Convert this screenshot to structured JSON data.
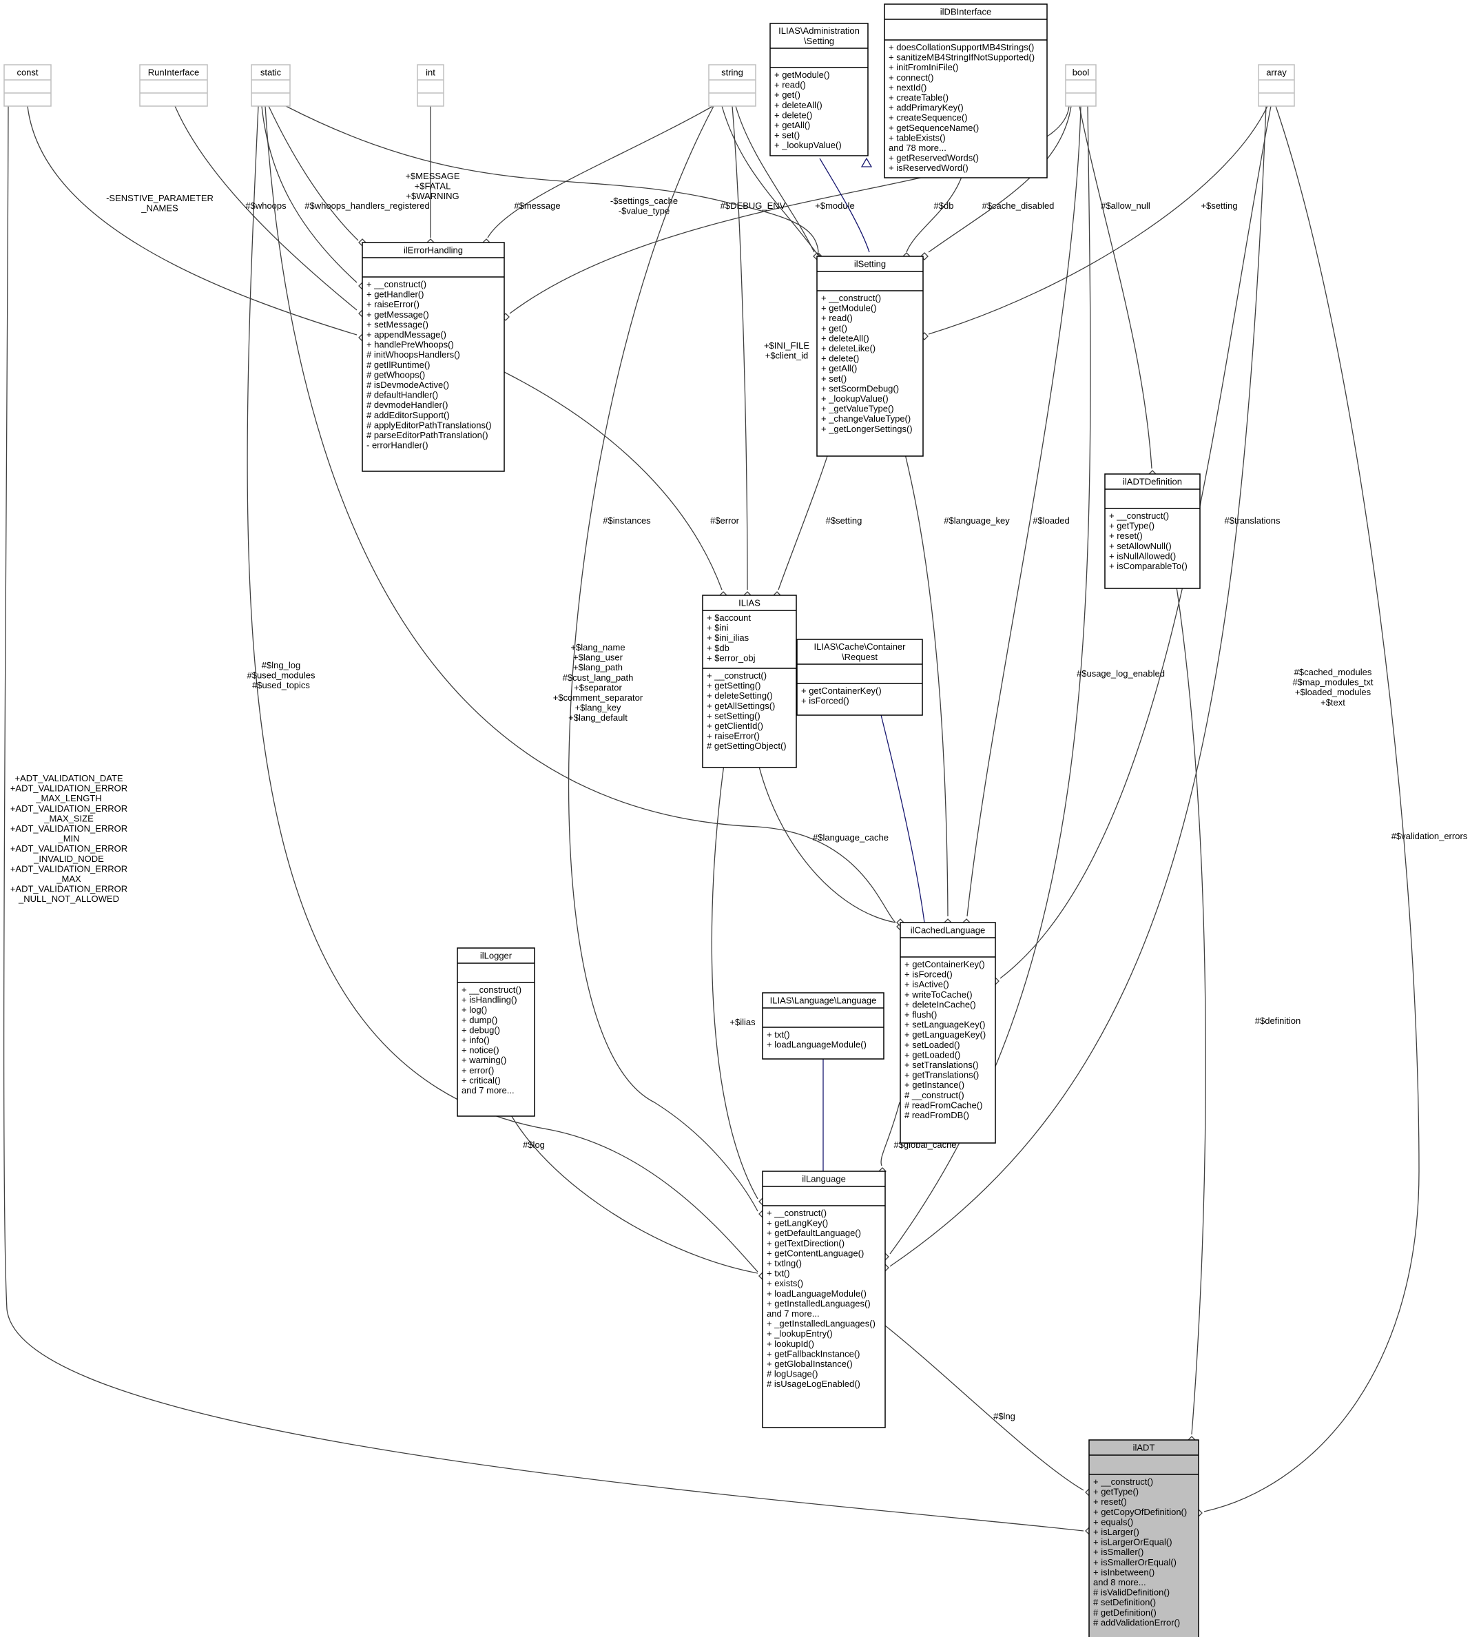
{
  "classes": {
    "const": {
      "name": "const",
      "attrs": [],
      "methods": []
    },
    "runinterface": {
      "name": "RunInterface",
      "attrs": [],
      "methods": []
    },
    "static": {
      "name": "static",
      "attrs": [],
      "methods": []
    },
    "int": {
      "name": "int",
      "attrs": [],
      "methods": []
    },
    "string": {
      "name": "string",
      "attrs": [],
      "methods": []
    },
    "admin_setting": {
      "name": [
        "ILIAS\\Administration",
        "\\Setting"
      ],
      "attrs": [],
      "methods": [
        "+ getModule()",
        "+ read()",
        "+ get()",
        "+ deleteAll()",
        "+ delete()",
        "+ getAll()",
        "+ set()",
        "+ _lookupValue()"
      ]
    },
    "ildbinterface": {
      "name": "ilDBInterface",
      "attrs": [],
      "methods": [
        "+ doesCollationSupportMB4Strings()",
        "+ sanitizeMB4StringIfNotSupported()",
        "+ initFromIniFile()",
        "+ connect()",
        "+ nextId()",
        "+ createTable()",
        "+ addPrimaryKey()",
        "+ createSequence()",
        "+ getSequenceName()",
        "+ tableExists()",
        "and 78 more...",
        "+ getReservedWords()",
        "+ isReservedWord()"
      ]
    },
    "bool": {
      "name": "bool",
      "attrs": [],
      "methods": []
    },
    "array": {
      "name": "array",
      "attrs": [],
      "methods": []
    },
    "ilerrorhandling": {
      "name": "ilErrorHandling",
      "attrs": [],
      "methods": [
        "+ __construct()",
        "+ getHandler()",
        "+ raiseError()",
        "+ getMessage()",
        "+ setMessage()",
        "+ appendMessage()",
        "+ handlePreWhoops()",
        "# initWhoopsHandlers()",
        "# getIlRuntime()",
        "# getWhoops()",
        "# isDevmodeActive()",
        "# defaultHandler()",
        "# devmodeHandler()",
        "# addEditorSupport()",
        "# applyEditorPathTranslations()",
        "# parseEditorPathTranslation()",
        "- errorHandler()"
      ]
    },
    "ilsetting": {
      "name": "ilSetting",
      "attrs": [],
      "methods": [
        "+ __construct()",
        "+ getModule()",
        "+ read()",
        "+ get()",
        "+ deleteAll()",
        "+ deleteLike()",
        "+ delete()",
        "+ getAll()",
        "+ set()",
        "+ setScormDebug()",
        "+ _lookupValue()",
        "+ _getValueType()",
        "+ _changeValueType()",
        "+ _getLongerSettings()"
      ]
    },
    "iladtdefinition": {
      "name": "ilADTDefinition",
      "attrs": [],
      "methods": [
        "+ __construct()",
        "+ getType()",
        "+ reset()",
        "+ setAllowNull()",
        "+ isNullAllowed()",
        "+ isComparableTo()"
      ]
    },
    "ilias": {
      "name": "ILIAS",
      "attrs": [
        "+ $account",
        "+ $ini",
        "+ $ini_ilias",
        "+ $db",
        "+ $error_obj"
      ],
      "methods": [
        "+ __construct()",
        "+ getSetting()",
        "+ deleteSetting()",
        "+ getAllSettings()",
        "+ setSetting()",
        "+ getClientId()",
        "+ raiseError()",
        "# getSettingObject()"
      ]
    },
    "cache_request": {
      "name": [
        "ILIAS\\Cache\\Container",
        "\\Request"
      ],
      "attrs": [],
      "methods": [
        "+ getContainerKey()",
        "+ isForced()"
      ]
    },
    "illogger": {
      "name": "ilLogger",
      "attrs": [],
      "methods": [
        "+ __construct()",
        "+ isHandling()",
        "+ log()",
        "+ dump()",
        "+ debug()",
        "+ info()",
        "+ notice()",
        "+ warning()",
        "+ error()",
        "+ critical()",
        "and 7 more..."
      ]
    },
    "lang_iface": {
      "name": "ILIAS\\Language\\Language",
      "attrs": [],
      "methods": [
        "+ txt()",
        "+ loadLanguageModule()"
      ]
    },
    "ilcachedlanguage": {
      "name": "ilCachedLanguage",
      "attrs": [],
      "methods": [
        "+ getContainerKey()",
        "+ isForced()",
        "+ isActive()",
        "+ writeToCache()",
        "+ deleteInCache()",
        "+ flush()",
        "+ setLanguageKey()",
        "+ getLanguageKey()",
        "+ setLoaded()",
        "+ getLoaded()",
        "+ setTranslations()",
        "+ getTranslations()",
        "+ getInstance()",
        "# __construct()",
        "# readFromCache()",
        "# readFromDB()"
      ]
    },
    "illanguage": {
      "name": "ilLanguage",
      "attrs": [],
      "methods": [
        "+ __construct()",
        "+ getLangKey()",
        "+ getDefaultLanguage()",
        "+ getTextDirection()",
        "+ getContentLanguage()",
        "+ txtlng()",
        "+ txt()",
        "+ exists()",
        "+ loadLanguageModule()",
        "+ getInstalledLanguages()",
        "and 7 more...",
        "+ _getInstalledLanguages()",
        "+ _lookupEntry()",
        "+ lookupId()",
        "+ getFallbackInstance()",
        "+ getGlobalInstance()",
        "# logUsage()",
        "# isUsageLogEnabled()"
      ]
    },
    "iladt": {
      "name": "ilADT",
      "attrs": [],
      "methods": [
        "+ __construct()",
        "+ getType()",
        "+ reset()",
        "+ getCopyOfDefinition()",
        "+ equals()",
        "+ isLarger()",
        "+ isLargerOrEqual()",
        "+ isSmaller()",
        "+ isSmallerOrEqual()",
        "+ isInbetween()",
        "and 8 more...",
        "# isValidDefinition()",
        "# setDefinition()",
        "# getDefinition()",
        "# addValidationError()"
      ]
    }
  },
  "edges": {
    "const_ilerr": [
      "-SENSTIVE_PARAMETER",
      "_NAMES"
    ],
    "runif_ilerr": [],
    "static_ilerr_whoops": [
      "#$whoops"
    ],
    "static_ilerr_handlers": [
      "#$whoops_handlers_registered"
    ],
    "int_ilerr": [
      "+$MESSAGE",
      "+$FATAL",
      "+$WARNING"
    ],
    "string_ilerr": [
      "#$message"
    ],
    "bool_ilerr": [
      "#$DEBUG_ENV"
    ],
    "static_ilsetting": [
      "-$settings_cache",
      "-$value_type"
    ],
    "string_ilsetting": [
      "+$module"
    ],
    "db_ilsetting": [
      "#$db"
    ],
    "bool_ilsetting": [
      "#$cache_disabled"
    ],
    "array_ilsetting": [
      "+$setting"
    ],
    "admin_ilsetting": [],
    "bool_adtdef": [
      "#$allow_null"
    ],
    "ilerr_ilias": [
      "#$error"
    ],
    "string_ilias": [
      "+$INI_FILE",
      "+$client_id"
    ],
    "ilsetting_ilias": [
      "#$setting"
    ],
    "static_cached": [
      "#$instances"
    ],
    "string_cached": [
      "#$language_key"
    ],
    "bool_cached": [
      "#$loaded"
    ],
    "array_cached": [
      "#$translations"
    ],
    "ilias_cached": [
      "#$language_cache"
    ],
    "request_cached": [],
    "static_illang": [
      "#$lng_log",
      "#$used_modules",
      "#$used_topics"
    ],
    "string_illang": [
      "+$lang_name",
      "+$lang_user",
      "+$lang_path",
      "#$cust_lang_path",
      "+$separator",
      "+$comment_separator",
      "+$lang_key",
      "+$lang_default"
    ],
    "ilias_illang": [
      "+$ilias"
    ],
    "logger_illang": [
      "#$log"
    ],
    "cached_illang": [
      "#$global_cache"
    ],
    "bool_illang": [
      "#$usage_log_enabled"
    ],
    "array_illang": [
      "#$cached_modules",
      "#$map_modules_txt",
      "+$loaded_modules",
      "+$text"
    ],
    "langif_illang": [],
    "const_iladt": [
      "+ADT_VALIDATION_DATE",
      "+ADT_VALIDATION_ERROR",
      "_MAX_LENGTH",
      "+ADT_VALIDATION_ERROR",
      "_MAX_SIZE",
      "+ADT_VALIDATION_ERROR",
      "_MIN",
      "+ADT_VALIDATION_ERROR",
      "_INVALID_NODE",
      "+ADT_VALIDATION_ERROR",
      "_MAX",
      "+ADT_VALIDATION_ERROR",
      "_NULL_NOT_ALLOWED"
    ],
    "illang_iladt": [
      "#$lng"
    ],
    "adtdef_iladt": [
      "#$definition"
    ],
    "array_iladt": [
      "#$validation_errors"
    ]
  }
}
